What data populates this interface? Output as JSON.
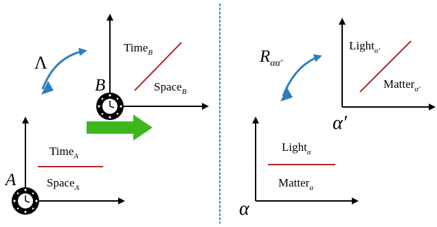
{
  "colors": {
    "axis": "#000000",
    "world_line": "#b22222",
    "rotation_arrow": "#2c7fbf",
    "motion_arrow": "#3cb81e",
    "divider": "#3a86c8"
  },
  "left_panel": {
    "transform_symbol": "Λ",
    "frame_A": {
      "name": "A",
      "upper_label": "Time",
      "upper_sub": "A",
      "lower_label": "Space",
      "lower_sub": "A",
      "icon": "clock-icon"
    },
    "frame_B": {
      "name": "B",
      "upper_label": "Time",
      "upper_sub": "B",
      "lower_label": "Space",
      "lower_sub": "B",
      "icon": "clock-icon"
    }
  },
  "right_panel": {
    "transform_symbol": "R",
    "transform_sub": "αα′",
    "frame_alpha": {
      "name": "α",
      "upper_label": "Light",
      "upper_sub": "α",
      "lower_label": "Matter",
      "lower_sub": "α"
    },
    "frame_alpha_prime": {
      "name": "α′",
      "upper_label": "Light",
      "upper_sub": "α′",
      "lower_label": "Matter",
      "lower_sub": "α′"
    }
  }
}
